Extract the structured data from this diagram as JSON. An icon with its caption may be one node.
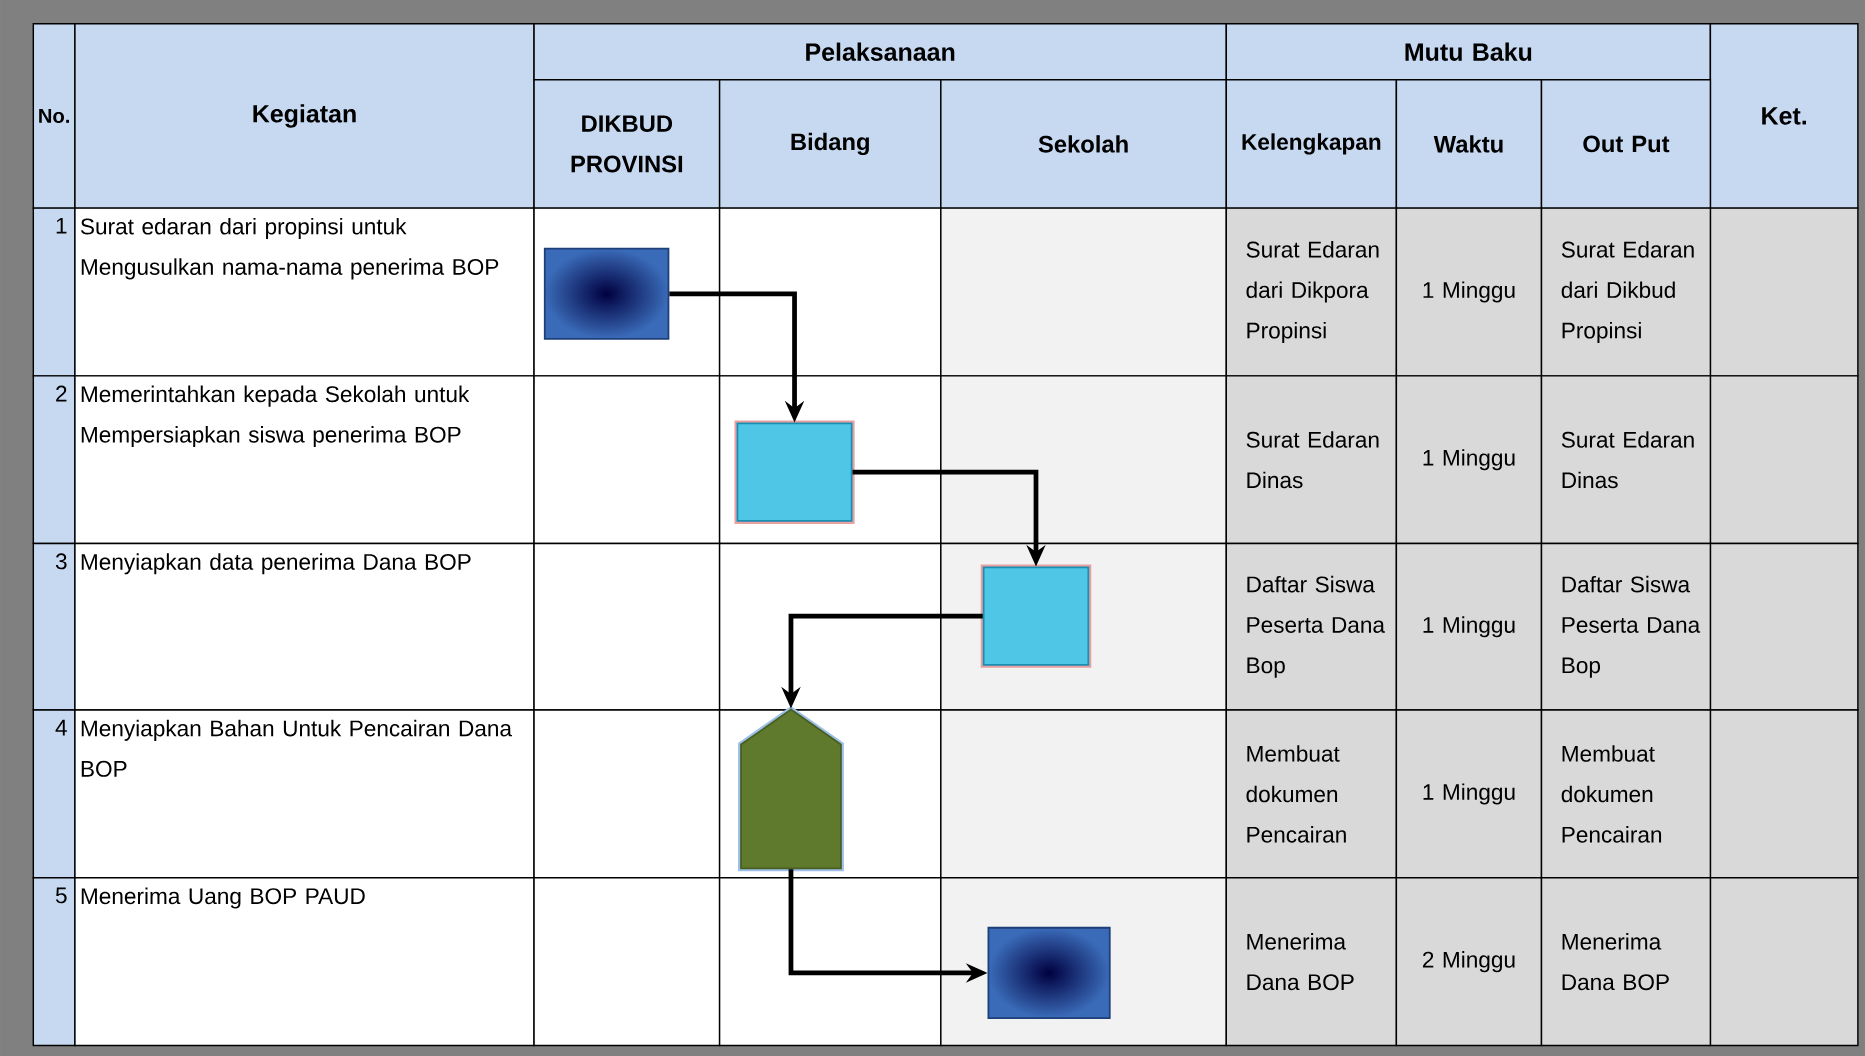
{
  "diagram": {
    "nodes": [
      {
        "text": [],
        "shape": "box"
      },
      {
        "text": [],
        "shape": "box"
      },
      {
        "text": [],
        "shape": "box"
      },
      {
        "text": [],
        "shape": "pentagon"
      },
      {
        "text": [],
        "shape": "box"
      }
    ],
    "edges": [
      {
        "from": 0,
        "to": 1,
        "arrow": "to"
      },
      {
        "from": 1,
        "to": 2,
        "arrow": "to"
      },
      {
        "from": 2,
        "to": 3,
        "arrow": "to"
      },
      {
        "from": 3,
        "to": 4,
        "arrow": "to"
      }
    ],
    "labels": [
      "No.",
      "Kegiatan",
      "Pelaksanaan",
      "Mutu Baku",
      "Ket.",
      "DIKBUD PROVINSI",
      "Bidang",
      "Sekolah",
      "Kelengkapan",
      "Waktu",
      "Out Put",
      "1",
      "Surat edaran dari propinsi untuk Mengusulkan nama-nama penerima BOP",
      "Surat Edaran dari Dikpora Propinsi",
      "1 Minggu",
      "Surat Edaran dari Dikbud Propinsi",
      "2",
      "Memerintahkan kepada Sekolah untuk Mempersiapkan siswa penerima BOP",
      "Surat Edaran Dinas",
      "1 Minggu",
      "Surat Edaran Dinas",
      "3",
      "Menyiapkan data penerima Dana BOP",
      "Daftar Siswa Peserta Dana Bop",
      "1 Minggu",
      "Daftar Siswa Peserta Dana Bop",
      "4",
      "Menyiapkan Bahan Untuk Pencairan Dana BOP",
      "Membuat dokumen Pencairan",
      "1 Minggu",
      "Membuat dokumen Pencairan",
      "5",
      "Menerima Uang BOP PAUD",
      "Menerima Dana BOP",
      "2 Minggu",
      "Menerima Dana BOP"
    ]
  }
}
